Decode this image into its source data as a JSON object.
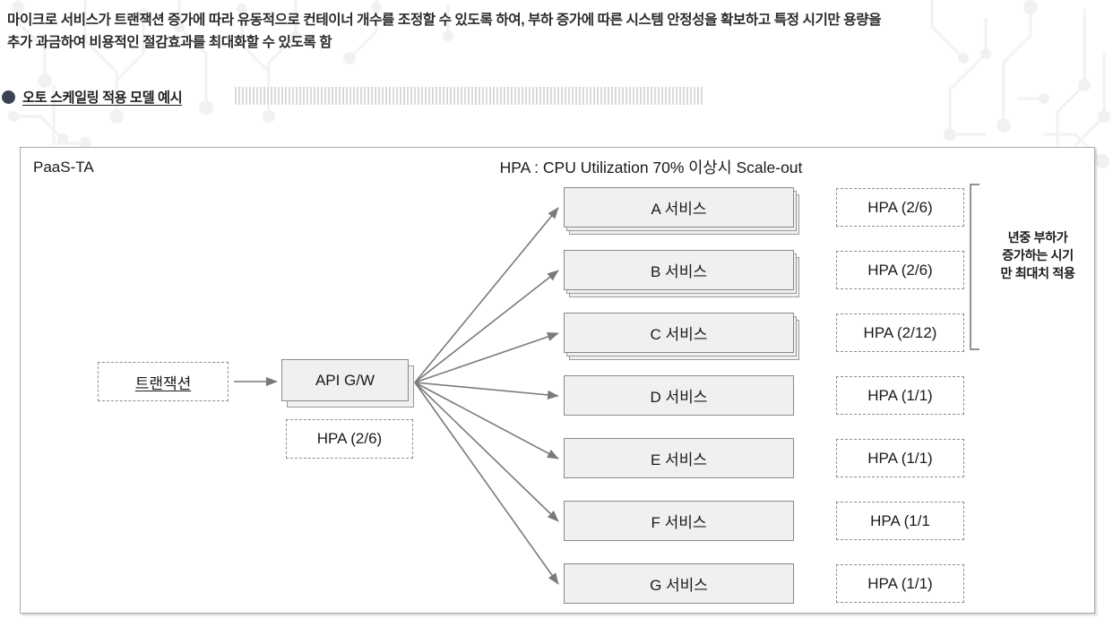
{
  "header": {
    "paragraph": "마이크로 서비스가 트랜잭션 증가에 따라 유동적으로 컨테이너 개수를 조정할 수 있도록 하여, 부하 증가에 따른 시스템 안정성을 확보하고 특정 시기만 용량을\n추가 과금하여 비용적인 절감효과를 최대화할 수 있도록 함"
  },
  "section": {
    "bullet_icon": "filled-circle-bullet",
    "title": "오토 스케일링 적용 모델 예시",
    "bullet_color": "#3b4250",
    "stripe_color": "#d9dadd"
  },
  "diagram": {
    "frame_label": "PaaS-TA",
    "hpa_title": "HPA : CPU Utilization 70% 이상시 Scale-out",
    "source": {
      "label": "트랜잭션",
      "style": "dashed"
    },
    "gateway": {
      "label": "API G/W",
      "style": "solid-stacked",
      "hpa_label": "HPA (2/6)"
    },
    "services": [
      {
        "label": "A 서비스",
        "hpa": "HPA (2/6)",
        "stacked": true,
        "bracketed": true
      },
      {
        "label": "B 서비스",
        "hpa": "HPA (2/6)",
        "stacked": true,
        "bracketed": true
      },
      {
        "label": "C 서비스",
        "hpa": "HPA (2/12)",
        "stacked": true,
        "bracketed": true
      },
      {
        "label": "D 서비스",
        "hpa": "HPA (1/1)",
        "stacked": false,
        "bracketed": false
      },
      {
        "label": "E 서비스",
        "hpa": "HPA (1/1)",
        "stacked": false,
        "bracketed": false
      },
      {
        "label": "F 서비스",
        "hpa": "HPA (1/1",
        "stacked": false,
        "bracketed": false
      },
      {
        "label": "G 서비스",
        "hpa": "HPA (1/1)",
        "stacked": false,
        "bracketed": false
      }
    ],
    "bracket_note": "년중 부하가\n증가하는 시기\n만 최대치 적용",
    "colors": {
      "box_fill": "#f0f0f0",
      "box_border": "#8a8a8a",
      "dashed_border": "#8f8f8f",
      "arrow": "#7a7a7a",
      "frame_border": "#a8a8a8"
    }
  }
}
